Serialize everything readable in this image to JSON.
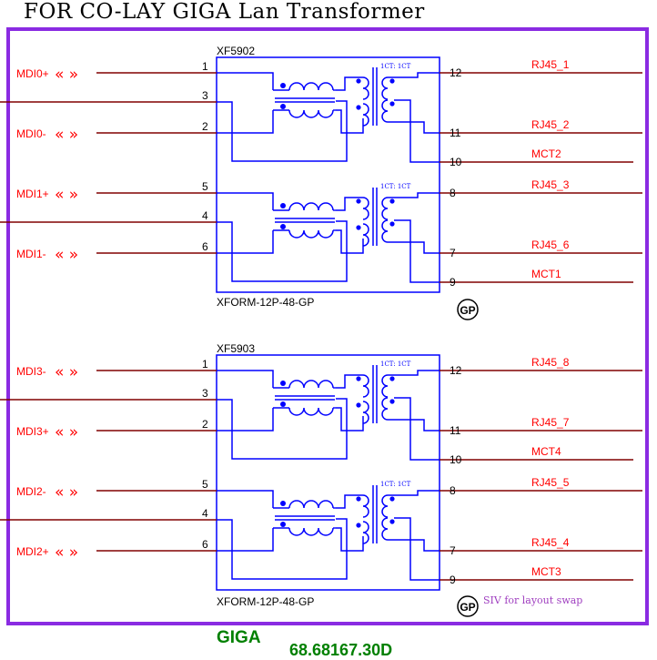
{
  "title": "FOR CO-LAY GIGA Lan Transformer",
  "note": "SIV for layout swap",
  "footer": {
    "label": "GIGA",
    "part_number": "68.68167.30D"
  },
  "gp_symbol": "GP",
  "transformers": [
    {
      "refdes": "XF5902",
      "footprint": "XFORM-12P-48-GP",
      "channels": [
        {
          "ratio": "1CT: 1CT",
          "left": [
            {
              "net": "MDI0+",
              "pin": "1"
            },
            {
              "net": "",
              "pin": "3"
            },
            {
              "net": "MDI0-",
              "pin": "2"
            }
          ],
          "right": [
            {
              "net": "RJ45_1",
              "pin": "12"
            },
            {
              "net": "RJ45_2",
              "pin": "11"
            },
            {
              "net": "MCT2",
              "pin": "10"
            }
          ]
        },
        {
          "ratio": "1CT: 1CT",
          "left": [
            {
              "net": "MDI1+",
              "pin": "5"
            },
            {
              "net": "",
              "pin": "4"
            },
            {
              "net": "MDI1-",
              "pin": "6"
            }
          ],
          "right": [
            {
              "net": "RJ45_3",
              "pin": "8"
            },
            {
              "net": "RJ45_6",
              "pin": "7"
            },
            {
              "net": "MCT1",
              "pin": "9"
            }
          ]
        }
      ]
    },
    {
      "refdes": "XF5903",
      "footprint": "XFORM-12P-48-GP",
      "channels": [
        {
          "ratio": "1CT: 1CT",
          "left": [
            {
              "net": "MDI3-",
              "pin": "1"
            },
            {
              "net": "",
              "pin": "3"
            },
            {
              "net": "MDI3+",
              "pin": "2"
            }
          ],
          "right": [
            {
              "net": "RJ45_8",
              "pin": "12"
            },
            {
              "net": "RJ45_7",
              "pin": "11"
            },
            {
              "net": "MCT4",
              "pin": "10"
            }
          ]
        },
        {
          "ratio": "1CT: 1CT",
          "left": [
            {
              "net": "MDI2-",
              "pin": "5"
            },
            {
              "net": "",
              "pin": "4"
            },
            {
              "net": "MDI2+",
              "pin": "6"
            }
          ],
          "right": [
            {
              "net": "RJ45_5",
              "pin": "8"
            },
            {
              "net": "RJ45_4",
              "pin": "7"
            },
            {
              "net": "MCT3",
              "pin": "9"
            }
          ]
        }
      ]
    }
  ],
  "colors": {
    "frame": "#8a2be2",
    "component": "#0000ff",
    "wire": "#800000",
    "net_label": "#ff0000",
    "pin_number": "#000000",
    "footer": "#008000",
    "note": "#a040c0"
  }
}
